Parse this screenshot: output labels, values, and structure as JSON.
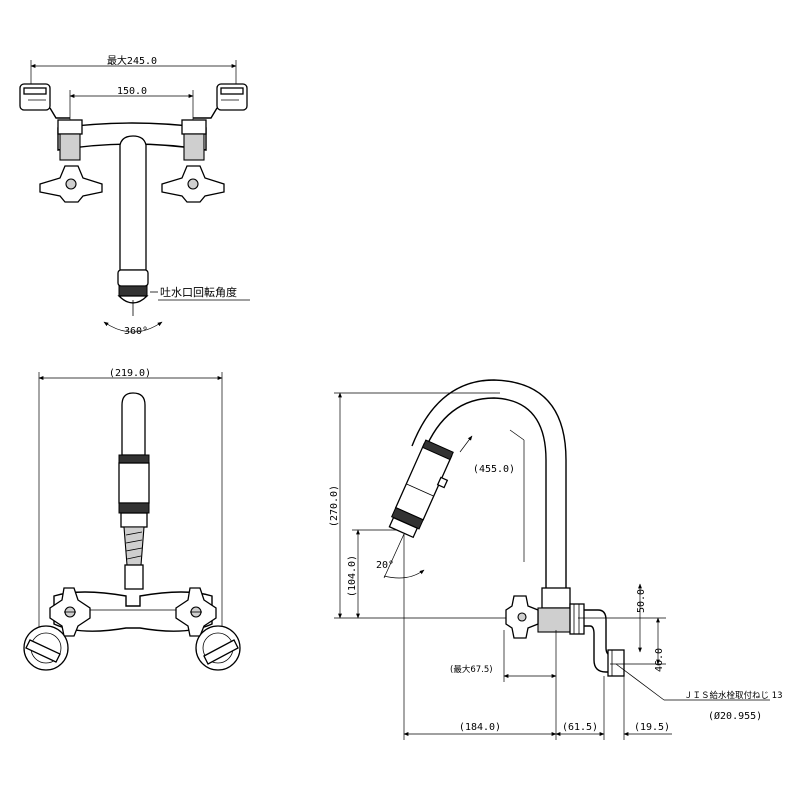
{
  "top_view": {
    "dim_max_width": "最大245.0",
    "dim_center_distance": "150.0",
    "spout_rotation_label": "吐水口回転角度",
    "rotation_angle": "360°"
  },
  "front_view": {
    "dim_overall_width": "(219.0)"
  },
  "side_view": {
    "dim_height_total": "(270.0)",
    "dim_spout_height": "(104.0)",
    "dim_spout_reach": "(455.0)",
    "dim_angle": "20°",
    "dim_max_depth": "(最大67.5)",
    "dim_base_offset": "(184.0)",
    "dim_body_offset": "(61.5)",
    "dim_fitting_offset": "(19.5)",
    "dim_vertical_50": "50.0",
    "dim_vertical_46": "46.0",
    "jis_label": "ＪＩＳ給水栓取付ねじ 13",
    "jis_sub": "(Ø20.955)"
  }
}
